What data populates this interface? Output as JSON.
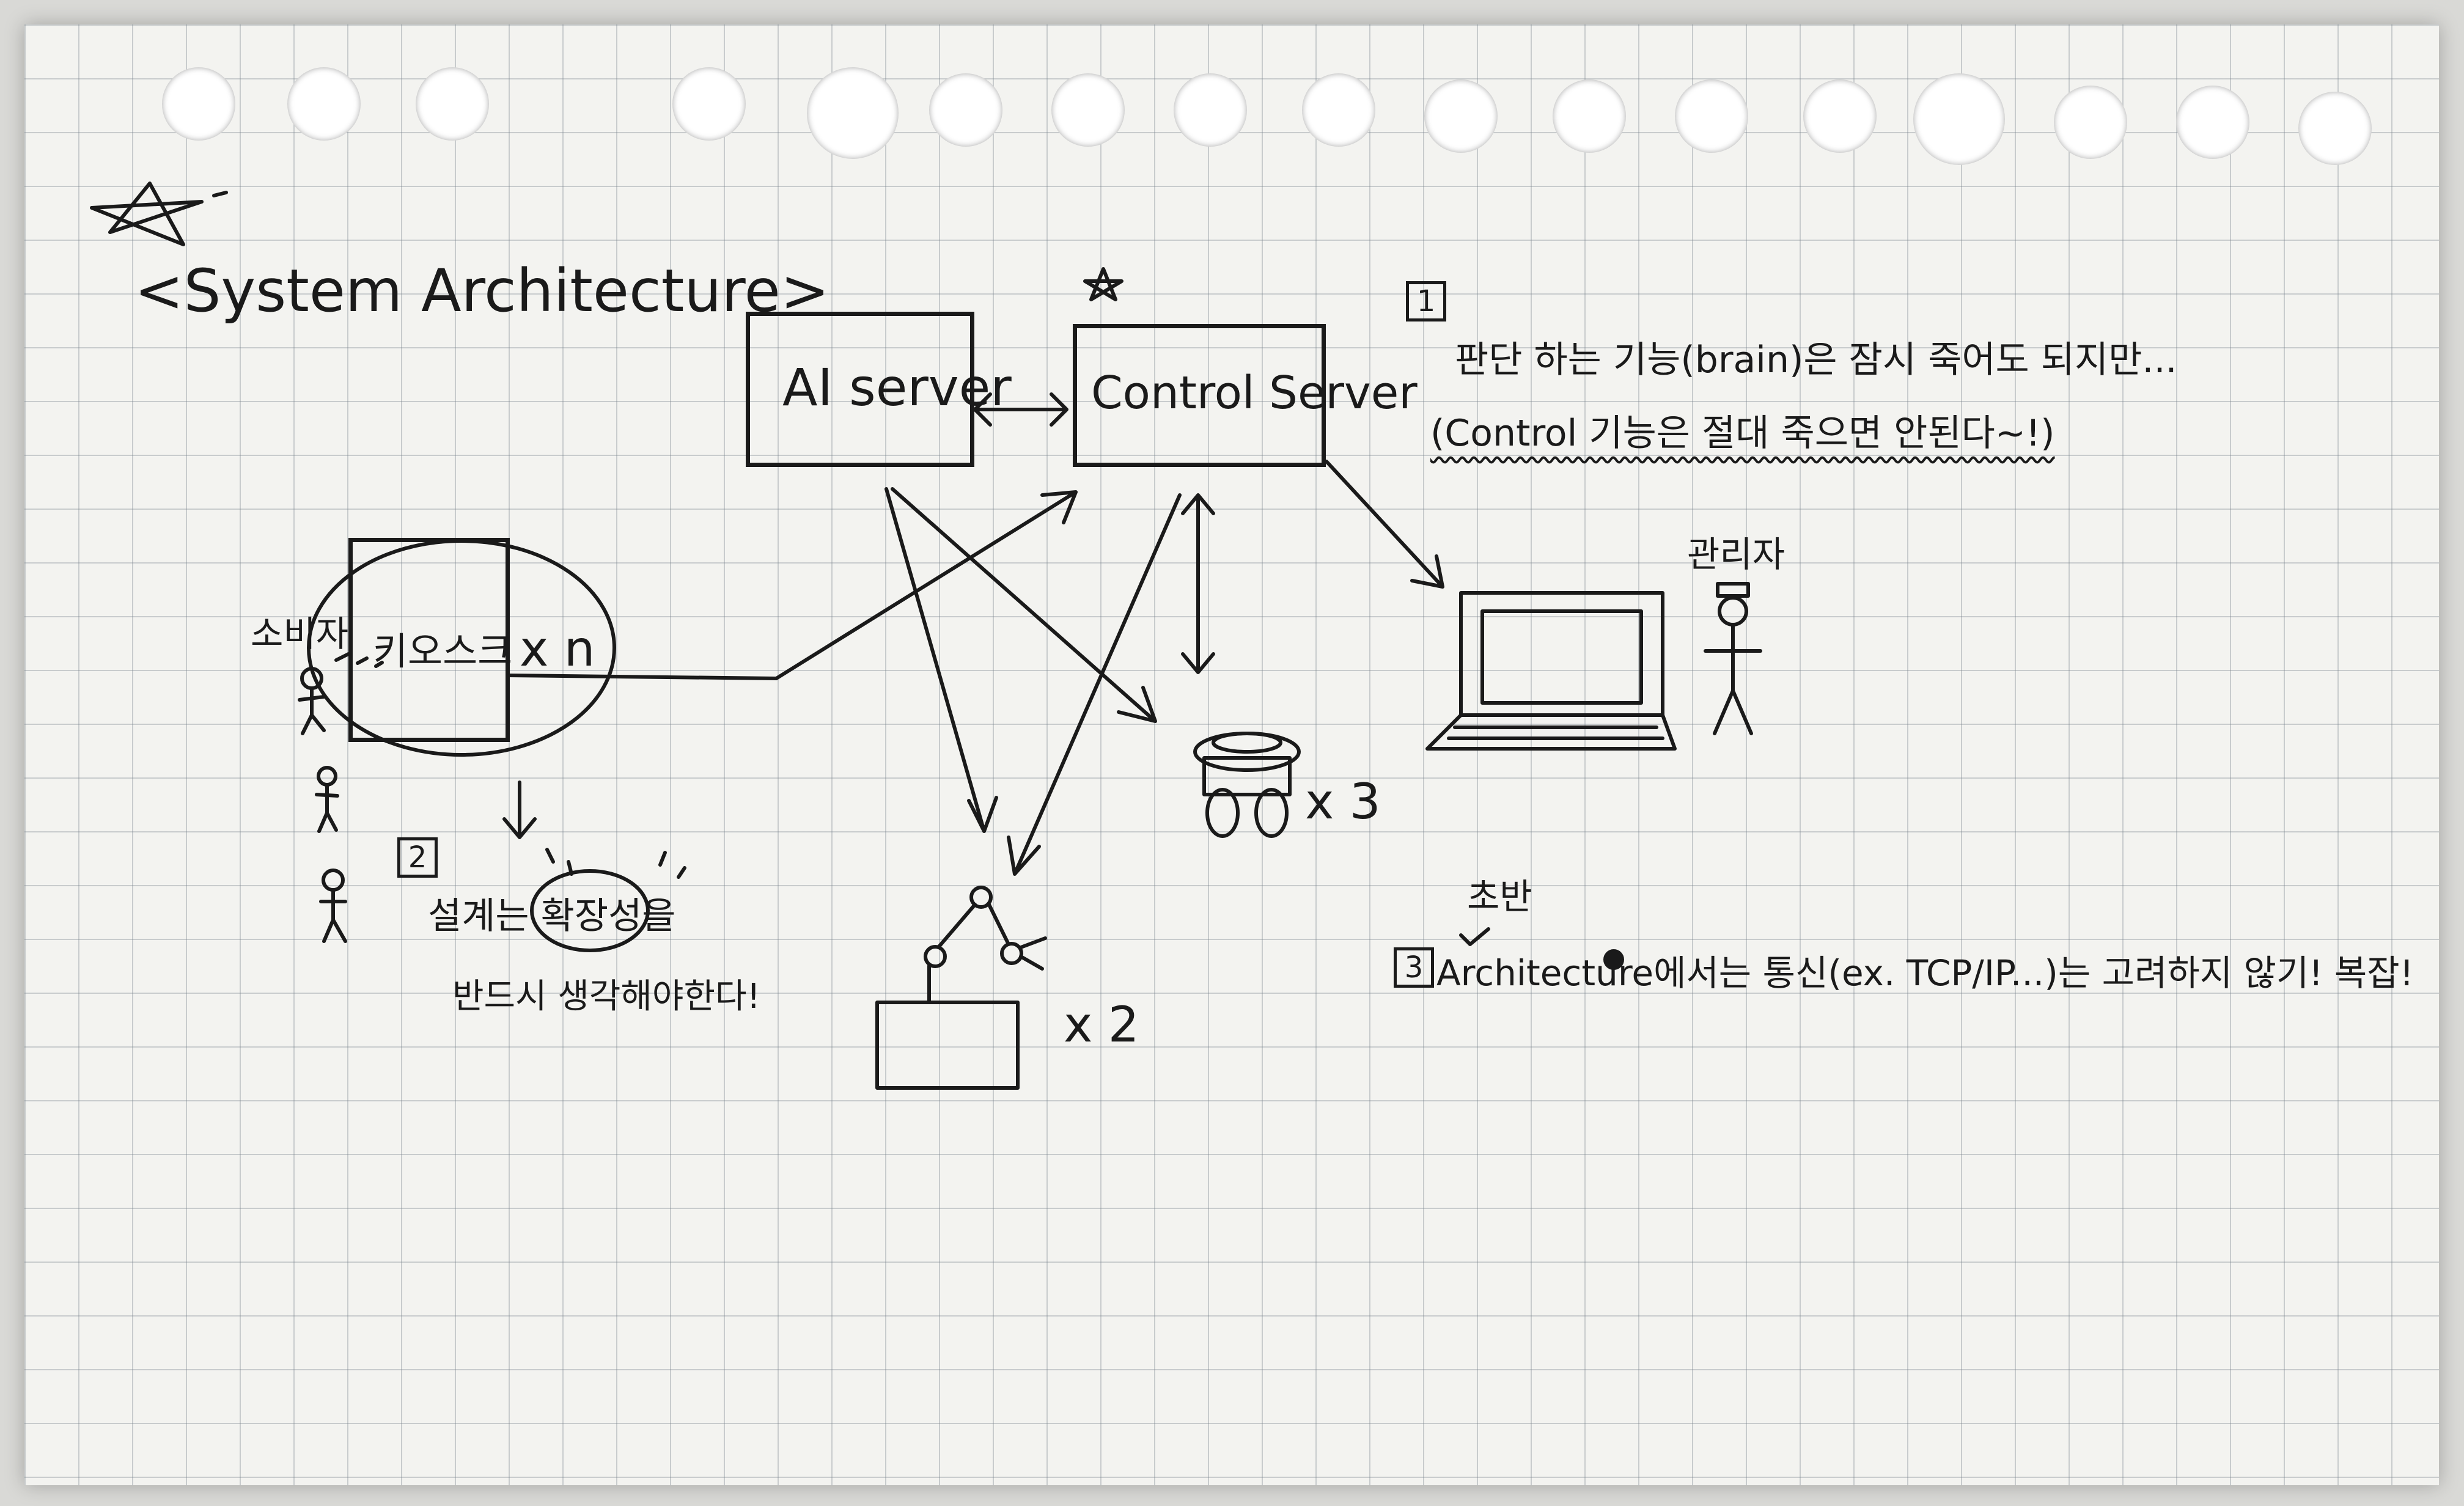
{
  "title": "<System Architecture>",
  "nodes": {
    "ai_server": "AI server",
    "control_server": "Control Server",
    "kiosk": "키오스크",
    "kiosk_multiplier": "x n",
    "robot_arm_multiplier": "x 2",
    "mobile_robot_multiplier": "x 3"
  },
  "people": {
    "consumer": "소비자",
    "admin": "관리자"
  },
  "notes": [
    {
      "number": "1",
      "lines": [
        "판단 하는 기능(brain)은 잠시 죽어도 되지만...",
        "(Control 기능은 절대 죽으면 안된다~!)"
      ]
    },
    {
      "number": "2",
      "lines": [
        "설계는 확장성을",
        "반드시 생각해야한다!"
      ]
    },
    {
      "number": "3",
      "prefix": "초반",
      "lines": [
        "Architecture에서는 통신(ex. TCP/IP...)는 고려하지 않기! 복잡!"
      ]
    }
  ]
}
